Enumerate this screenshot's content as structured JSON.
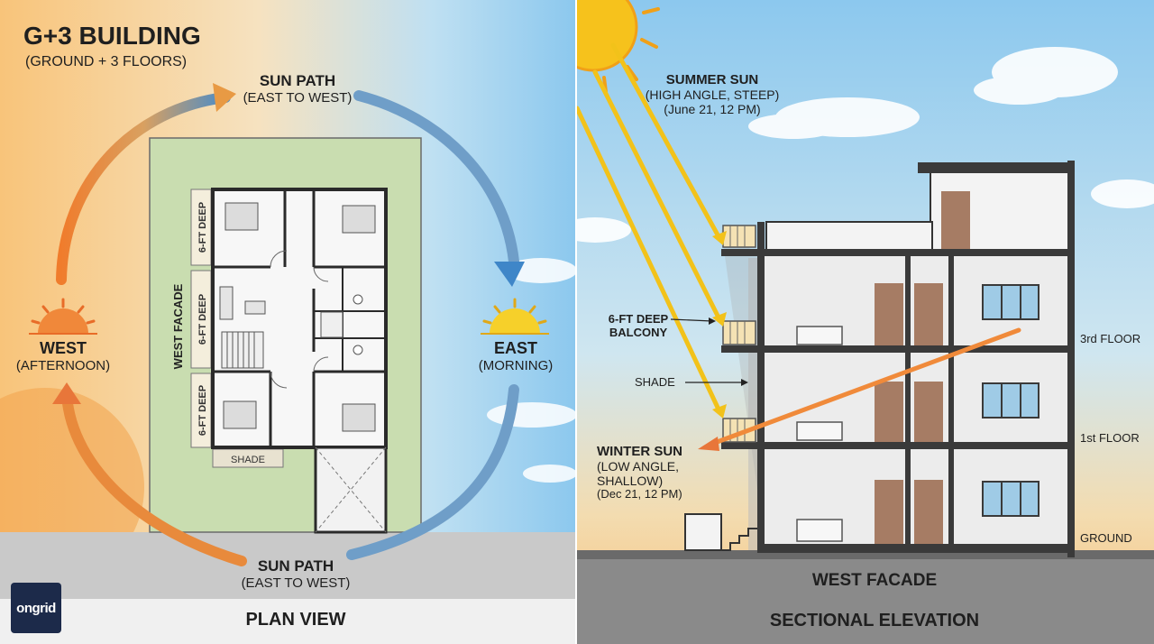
{
  "plan": {
    "title": "G+3 BUILDING",
    "subtitle": "(GROUND + 3 FLOORS)",
    "sun_path_top": {
      "line1": "SUN PATH",
      "line2": "(EAST TO WEST)"
    },
    "sun_path_bottom": {
      "line1": "SUN PATH",
      "line2": "(EAST TO WEST)"
    },
    "west": {
      "label": "WEST",
      "sub": "(AFTERNOON)"
    },
    "east": {
      "label": "EAST",
      "sub": "(MORNING)"
    },
    "west_facade": "WEST FACADE",
    "balcony_labels": [
      "6-FT DEEP",
      "6-FT DEEP",
      "6-FT DEEP"
    ],
    "shade": "SHADE",
    "view_title": "PLAN VIEW",
    "logo": "ongrid"
  },
  "section": {
    "summer_sun": {
      "line1": "SUMMER SUN",
      "line2": "(HIGH ANGLE, STEEP)",
      "line3": "(June 21, 12 PM)"
    },
    "winter_sun": {
      "line1": "WINTER SUN",
      "line2": "(LOW ANGLE,",
      "line3": "SHALLOW)",
      "line4": "(Dec 21, 12 PM)"
    },
    "balcony": {
      "line1": "6-FT DEEP",
      "line2": "BALCONY"
    },
    "shade": "SHADE",
    "floors": {
      "third": "3rd FLOOR",
      "first": "1st FLOOR",
      "ground": "GROUND"
    },
    "west_facade": "WEST FACADE",
    "view_title": "SECTIONAL ELEVATION"
  },
  "colors": {
    "sky_blue": "#8cc8ee",
    "sky_warm": "#f8c06c",
    "sun_orange": "#f0883a",
    "sun_yellow": "#f6d02a",
    "arrow_blue": "#4a8cc8",
    "plot_green": "#c9ddb0",
    "floor_dark": "#3a3a3a",
    "door_brown": "#a67c64",
    "window_blue": "#9fcbe6"
  }
}
